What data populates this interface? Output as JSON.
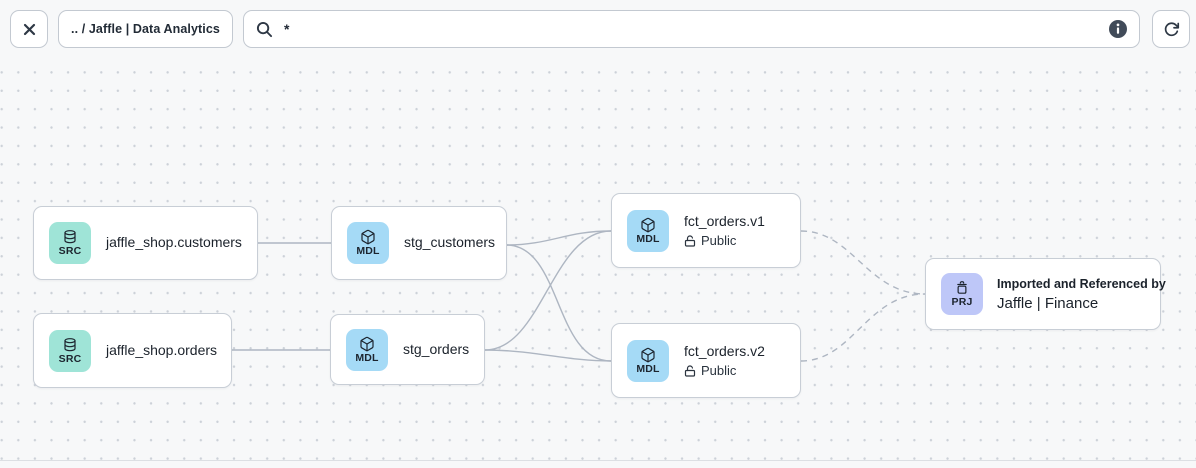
{
  "colors": {
    "src_bg": "#9fe4d7",
    "mdl_bg": "#a5daf6",
    "prj_bg": "#bec7f8",
    "edge": "#aeb6c2"
  },
  "toolbar": {
    "breadcrumb": ".. / Jaffle | Data Analytics",
    "search": {
      "value": "*"
    }
  },
  "nodes": [
    {
      "type": "source",
      "badge": "SRC",
      "title": "jaffle_shop.customers"
    },
    {
      "type": "source",
      "badge": "SRC",
      "title": "jaffle_shop.orders"
    },
    {
      "type": "model",
      "badge": "MDL",
      "title": "stg_customers"
    },
    {
      "type": "model",
      "badge": "MDL",
      "title": "stg_orders"
    },
    {
      "type": "model",
      "badge": "MDL",
      "title": "fct_orders.v1",
      "access": "Public"
    },
    {
      "type": "model",
      "badge": "MDL",
      "title": "fct_orders.v2",
      "access": "Public"
    },
    {
      "type": "project",
      "badge": "PRJ",
      "note": "Imported and Referenced by",
      "title": "Jaffle | Finance"
    }
  ],
  "edges": [
    {
      "from": "jaffle_shop.customers",
      "to": "stg_customers",
      "style": "solid"
    },
    {
      "from": "jaffle_shop.orders",
      "to": "stg_orders",
      "style": "solid"
    },
    {
      "from": "stg_customers",
      "to": "fct_orders.v1",
      "style": "solid"
    },
    {
      "from": "stg_customers",
      "to": "fct_orders.v2",
      "style": "solid"
    },
    {
      "from": "stg_orders",
      "to": "fct_orders.v1",
      "style": "solid"
    },
    {
      "from": "stg_orders",
      "to": "fct_orders.v2",
      "style": "solid"
    },
    {
      "from": "fct_orders.v1",
      "to": "Jaffle | Finance",
      "style": "dashed"
    },
    {
      "from": "fct_orders.v2",
      "to": "Jaffle | Finance",
      "style": "dashed"
    }
  ]
}
